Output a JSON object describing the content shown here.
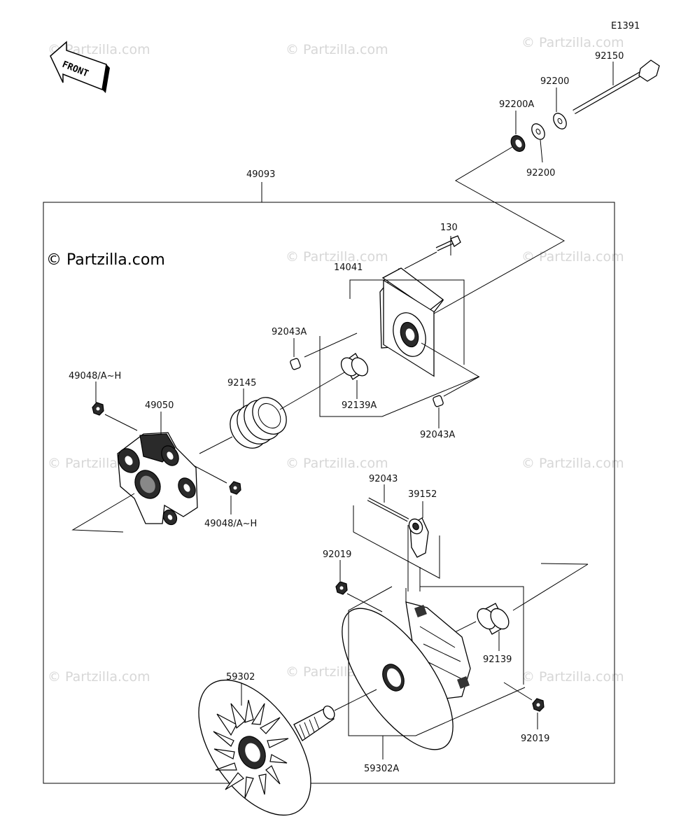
{
  "diagram_code": "E1391",
  "front_label": "FRONT",
  "copyright": "© Partzilla.com",
  "watermark": "© Partzilla.com",
  "labels": {
    "p92150": "92150",
    "p92200_top": "92200",
    "p92200A": "92200A",
    "p92200_bottom": "92200",
    "p49093": "49093",
    "p130": "130",
    "p14041": "14041",
    "p92043A_top": "92043A",
    "p92139A": "92139A",
    "p92043A_bottom": "92043A",
    "p49048_top": "49048/A~H",
    "p49050": "49050",
    "p92145": "92145",
    "p49048_bottom": "49048/A~H",
    "p92043": "92043",
    "p39152": "39152",
    "p92019_top": "92019",
    "p92139": "92139",
    "p59302": "59302",
    "p92019_bottom": "92019",
    "p59302A": "59302A"
  }
}
